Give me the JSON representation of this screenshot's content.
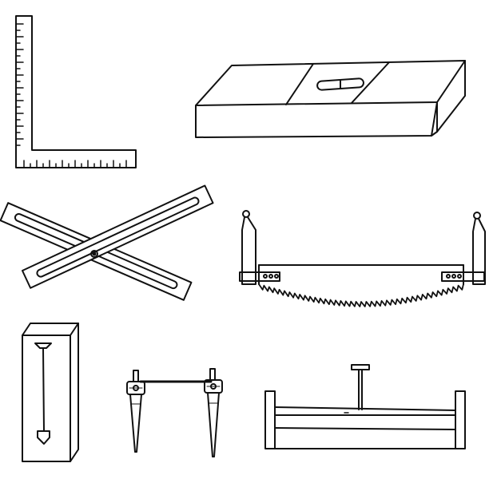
{
  "figure": {
    "ink_color": "#111111",
    "paper_color": "#ffffff",
    "tools": [
      {
        "id": "carpenter-square",
        "icon": "carpenter-square-icon"
      },
      {
        "id": "wood-plane",
        "icon": "plane-icon"
      },
      {
        "id": "folding-bevel",
        "icon": "bevel-icon"
      },
      {
        "id": "frame-saw",
        "icon": "saw-icon"
      },
      {
        "id": "plumb-level",
        "icon": "plumb-bob-icon"
      },
      {
        "id": "line-reel-stakes",
        "icon": "chalk-line-icon"
      },
      {
        "id": "mortise-frame",
        "icon": "frame-icon"
      }
    ]
  }
}
